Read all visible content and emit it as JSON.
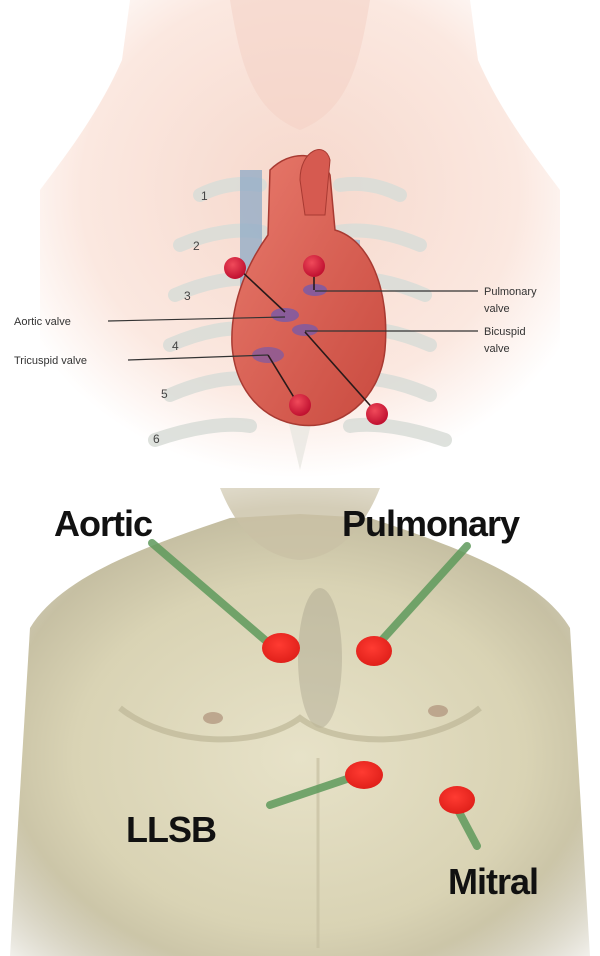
{
  "anatomy": {
    "rib_numbers": [
      "1",
      "2",
      "3",
      "4",
      "5",
      "6"
    ],
    "labels": {
      "aortic_valve": "Aortic valve",
      "tricuspid_valve": "Tricuspid valve",
      "pulmonary_valve_line1": "Pulmonary",
      "pulmonary_valve_line2": "valve",
      "bicuspid_valve_line1": "Bicuspid",
      "bicuspid_valve_line2": "valve"
    }
  },
  "auscultation": {
    "labels": {
      "aortic": "Aortic",
      "pulmonary": "Pulmonary",
      "llsb": "LLSB",
      "mitral": "Mitral"
    }
  },
  "colors": {
    "marker_red": "#ee2a24",
    "leader_green": "#5f9a5c",
    "heart_red": "#d9534a"
  }
}
